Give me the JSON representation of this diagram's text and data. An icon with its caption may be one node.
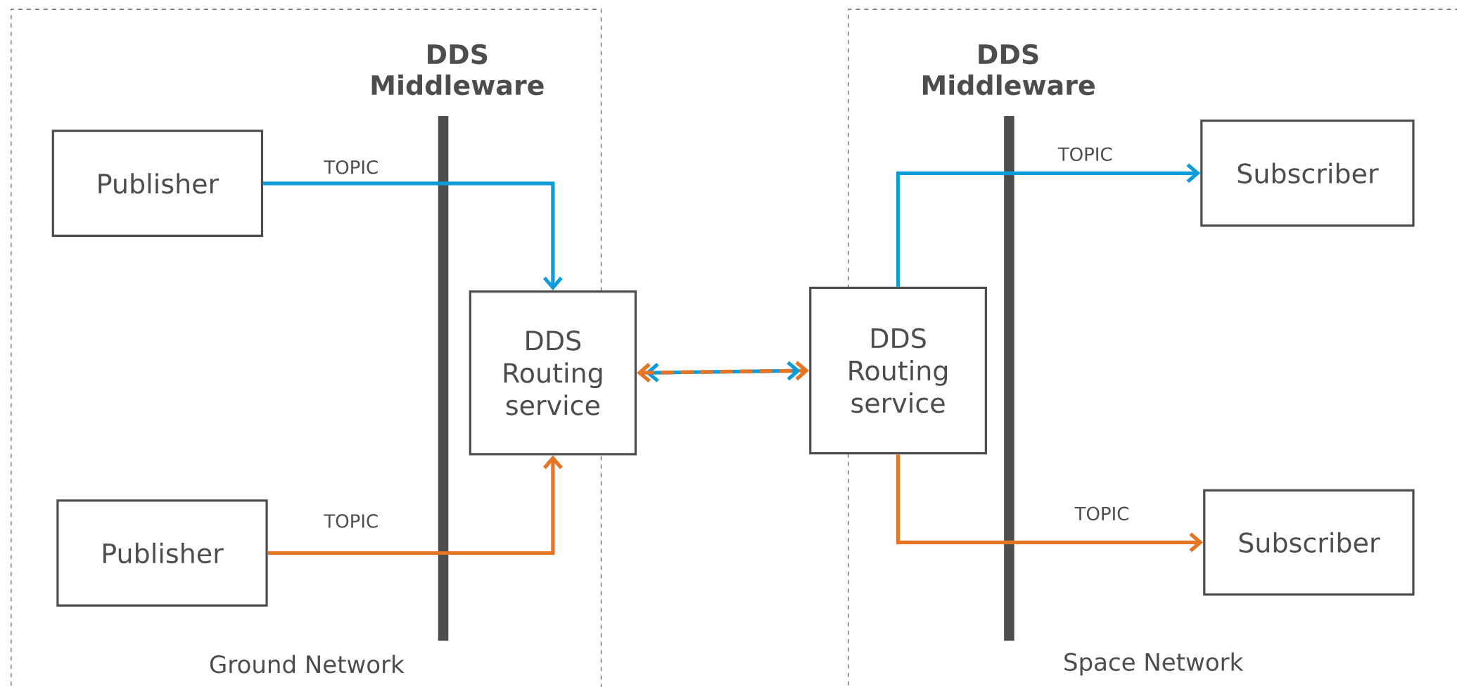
{
  "diagram": {
    "nodes": [
      {
        "text": [
          "Ground Network"
        ]
      },
      {
        "text": [
          "Space Network"
        ]
      },
      {
        "text": [
          "Publisher"
        ],
        "in": 0
      },
      {
        "text": [
          "Publisher"
        ],
        "in": 0
      },
      {
        "text": [
          "DDS Routing service"
        ]
      },
      {
        "text": [
          "DDS Routing service"
        ]
      },
      {
        "text": [
          "Subscriber"
        ],
        "in": 1
      },
      {
        "text": [
          "Subscriber"
        ],
        "in": 1
      }
    ],
    "edges": [
      {
        "from": 2,
        "to": 4,
        "arrow": "to",
        "label": "TOPIC",
        "color": "#0f9bd7"
      },
      {
        "from": 3,
        "to": 4,
        "arrow": "to",
        "label": "TOPIC",
        "color": "#e57424"
      },
      {
        "from": 4,
        "to": 5,
        "arrow": "both",
        "style": "dashed",
        "color": "#e57424"
      },
      {
        "from": 5,
        "to": 6,
        "arrow": "to",
        "label": "TOPIC",
        "color": "#0f9bd7"
      },
      {
        "from": 5,
        "to": 7,
        "arrow": "to",
        "label": "TOPIC",
        "color": "#e57424"
      }
    ],
    "labels": [
      "DDS Middleware",
      "DDS Middleware"
    ]
  }
}
